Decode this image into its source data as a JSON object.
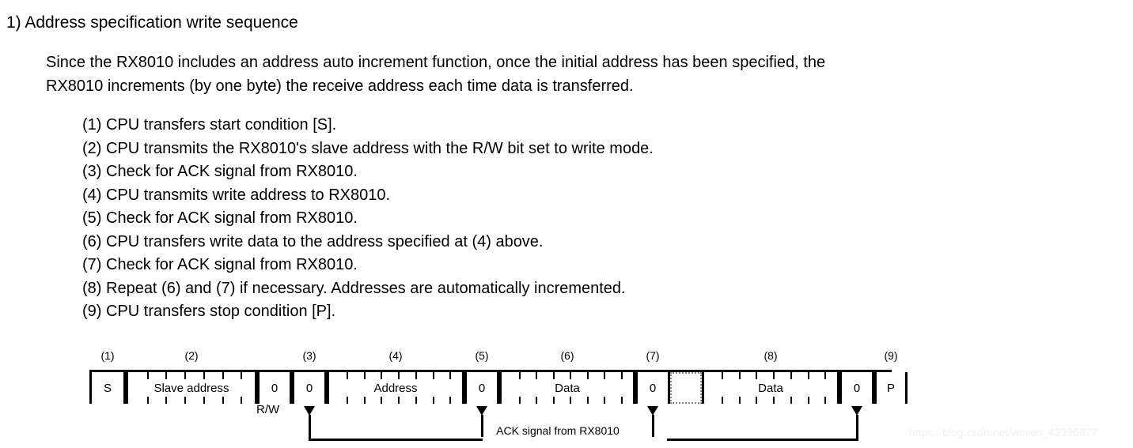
{
  "heading": "1) Address specification write sequence",
  "paragraph": {
    "line1": "Since the RX8010 includes an address auto increment function, once the initial address has been specified, the",
    "line2": "RX8010 increments (by one byte) the receive address each time data is transferred."
  },
  "steps": [
    "(1) CPU transfers start condition [S].",
    "(2) CPU transmits the RX8010's slave address with the R/W bit set to write mode.",
    "(3) Check for ACK signal from RX8010.",
    "(4) CPU transmits write address to RX8010.",
    "(5) Check for ACK signal from RX8010.",
    "(6) CPU transfers write data to the address specified at (4) above.",
    "(7) Check for ACK signal from RX8010.",
    "(8) Repeat (6) and (7) if necessary. Addresses are automatically incremented.",
    "(9) CPU transfers stop condition [P]."
  ],
  "diagram": {
    "step_labels": [
      "(1)",
      "(2)",
      "(3)",
      "(4)",
      "(5)",
      "(6)",
      "(7)",
      "(8)",
      "(9)"
    ],
    "cells": [
      {
        "label": "S",
        "bits": 1,
        "kind": "solid"
      },
      {
        "label": "Slave address",
        "bits": 7,
        "kind": "solid"
      },
      {
        "label": "0",
        "bits": 1,
        "kind": "solid"
      },
      {
        "label": "0",
        "bits": 1,
        "kind": "solid"
      },
      {
        "label": "Address",
        "bits": 8,
        "kind": "solid"
      },
      {
        "label": "0",
        "bits": 1,
        "kind": "solid"
      },
      {
        "label": "Data",
        "bits": 8,
        "kind": "solid"
      },
      {
        "label": "0",
        "bits": 1,
        "kind": "solid"
      },
      {
        "label": "",
        "bits": 1,
        "kind": "dotted"
      },
      {
        "label": "Data",
        "bits": 8,
        "kind": "solid"
      },
      {
        "label": "0",
        "bits": 1,
        "kind": "solid"
      },
      {
        "label": "P",
        "bits": 1,
        "kind": "solid"
      }
    ],
    "rw_label": "R/W",
    "ack_label": "ACK signal from RX8010",
    "ack_arrow_count": 4
  },
  "watermark": "https://blog.csdn.net/weixin_42396877"
}
